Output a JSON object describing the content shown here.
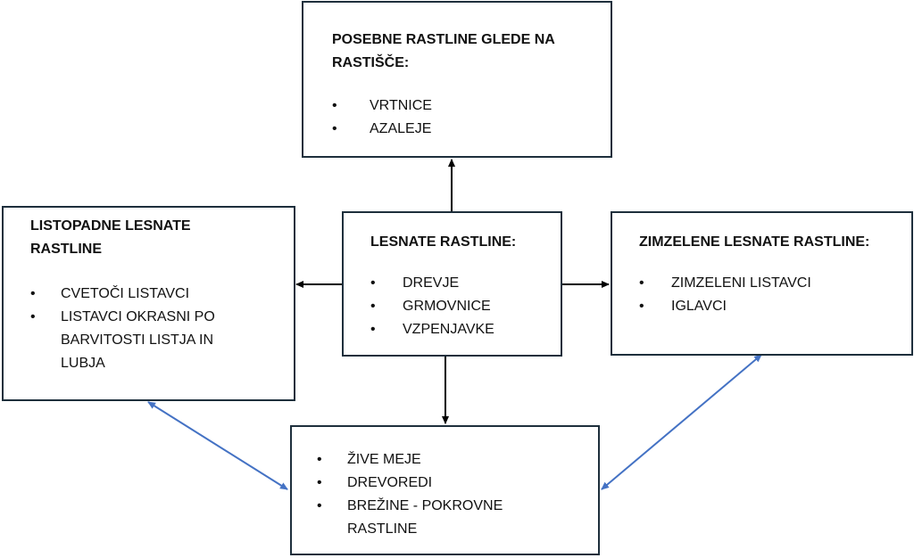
{
  "diagram": {
    "center": {
      "title": "LESNATE RASTLINE:",
      "items": [
        "DREVJE",
        "GRMOVNICE",
        "VZPENJAVKE"
      ]
    },
    "top": {
      "title": "POSEBNE RASTLINE GLEDE NA RASTIŠČE:",
      "items": [
        "VRTNICE",
        "AZALEJE"
      ]
    },
    "left": {
      "title": "LISTOPADNE LESNATE RASTLINE",
      "items": [
        "CVETOČI LISTAVCI",
        "LISTAVCI OKRASNI PO BARVITOSTI LISTJA IN LUBJA"
      ]
    },
    "right": {
      "title": "ZIMZELENE LESNATE RASTLINE:",
      "items": [
        "ZIMZELENI LISTAVCI",
        "IGLAVCI"
      ]
    },
    "bottom": {
      "items": [
        "ŽIVE MEJE",
        "DREVOREDI",
        "BREŽINE - POKROVNE RASTLINE"
      ]
    },
    "connectors": [
      {
        "from": "center",
        "to": "top",
        "style": "single-arrow",
        "color": "#000000"
      },
      {
        "from": "center",
        "to": "left",
        "style": "single-arrow",
        "color": "#000000"
      },
      {
        "from": "center",
        "to": "right",
        "style": "single-arrow",
        "color": "#000000"
      },
      {
        "from": "center",
        "to": "bottom",
        "style": "single-arrow",
        "color": "#000000"
      },
      {
        "from": "left",
        "to": "bottom",
        "style": "double-arrow",
        "color": "#4472c4"
      },
      {
        "from": "right",
        "to": "bottom",
        "style": "double-arrow",
        "color": "#4472c4"
      }
    ]
  }
}
